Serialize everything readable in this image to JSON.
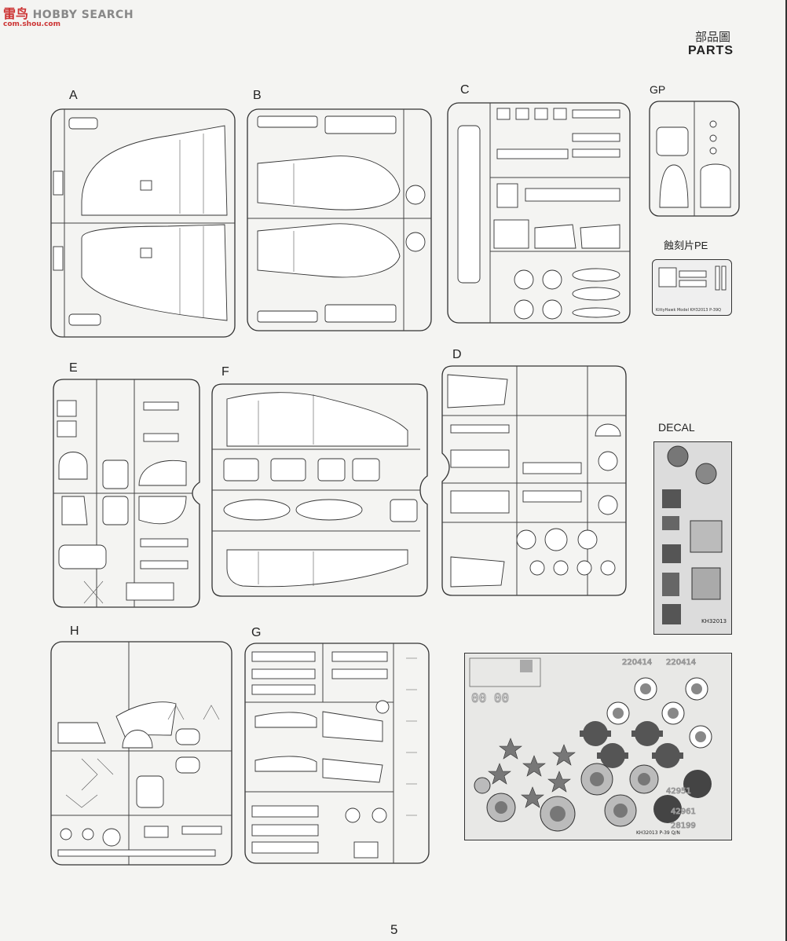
{
  "watermark": {
    "title": "HOBBY SEARCH",
    "cn": "雷鸟",
    "url": "com.shou.com"
  },
  "header": {
    "title_cn": "部品圖",
    "title_en": "PARTS"
  },
  "sprues": {
    "A": "A",
    "B": "B",
    "C": "C",
    "GP": "GP",
    "E": "E",
    "F": "F",
    "D": "D",
    "H": "H",
    "G": "G"
  },
  "pe": {
    "label": "蝕刻片PE",
    "sheet_text": "KittyHawk Model  KH32013  P-39Q"
  },
  "decal": {
    "label": "DECAL",
    "sheet1_code": "KH32013",
    "sheet2_codes": [
      "220414",
      "220414",
      "42951",
      "42961",
      "28199"
    ],
    "sheet2_text": "KH32013  P-39 Q/N",
    "sheet2_digits": "00 00"
  },
  "page_number": "5",
  "colors": {
    "ink": "#222222",
    "paper": "#f4f4f2",
    "decal_bg": "#e8e8e6"
  }
}
